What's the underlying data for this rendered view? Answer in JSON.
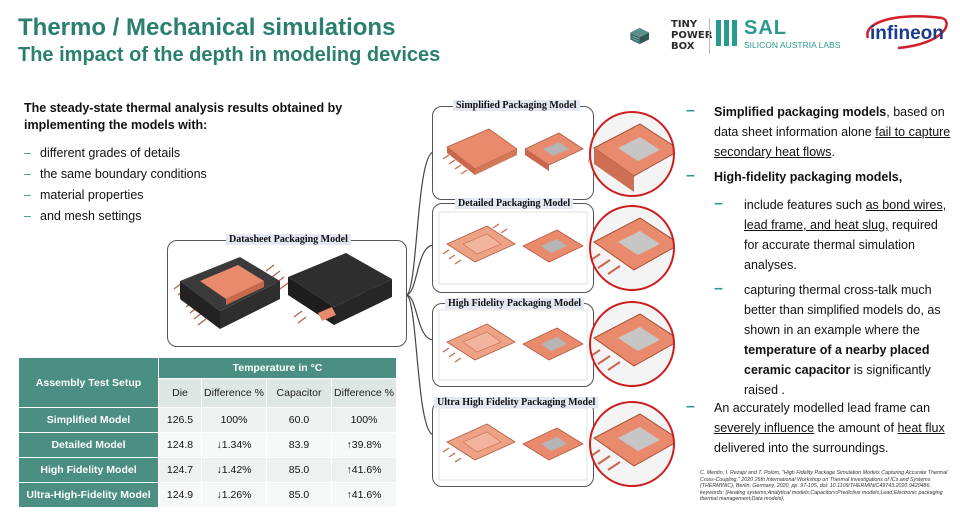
{
  "title": "Thermo / Mechanical simulations",
  "subtitle": "The impact of the depth in modeling devices",
  "logos": {
    "tinypowerbox": [
      "TINY",
      "POWER",
      "BOX"
    ],
    "sal": "SAL",
    "sal_sub": "SILICON AUSTRIA LABS",
    "infineon": "infineon"
  },
  "intro": "The steady-state thermal analysis results obtained by implementing the models with:",
  "bullets": [
    "different grades of details",
    "the same boundary conditions",
    "material properties",
    "and mesh settings"
  ],
  "panels": {
    "datasheet": "Datasheet Packaging Model",
    "simplified": "Simplified Packaging Model",
    "detailed": "Detailed Packaging Model",
    "high": "High Fidelity Packaging Model",
    "ultra": "Ultra High Fidelity Packaging Model"
  },
  "table": {
    "setup_header": "Assembly Test Setup",
    "temp_header": "Temperature in °C",
    "col_die": "Die",
    "col_diff": "Difference %",
    "col_cap": "Capacitor",
    "rows": [
      {
        "name": "Simplified Model",
        "die": "126.5",
        "diff1": "100%",
        "cap": "60.0",
        "diff2": "100%"
      },
      {
        "name": "Detailed Model",
        "die": "124.8",
        "diff1": "↓1.34%",
        "cap": "83.9",
        "diff2": "↑39.8%"
      },
      {
        "name": "High Fidelity Model",
        "die": "124.7",
        "diff1": "↓1.42%",
        "cap": "85.0",
        "diff2": "↑41.6%"
      },
      {
        "name": "Ultra-High-Fidelity Model",
        "die": "124.9",
        "diff1": "↓1.26%",
        "cap": "85.0",
        "diff2": "↑41.6%"
      }
    ]
  },
  "right": {
    "p1_bold": "Simplified packaging models",
    "p1_a": ", based on data sheet information alone ",
    "p1_u": "fail to capture secondary heat flows",
    "p1_b": ".",
    "p2_bold": "High-fidelity packaging models,",
    "s1_a": "include features such ",
    "s1_u": "as bond wires, lead frame, and heat slug,",
    "s1_b": " required for accurate thermal simulation analyses.",
    "s2_a": "capturing thermal cross-talk much better than simplified models do, as shown in an example where the ",
    "s2_bold": "temperature of a nearby placed ceramic capacitor",
    "s2_b": " is significantly raised .",
    "p3_a": "An accurately modelled lead frame can ",
    "p3_u1": "severely influence",
    "p3_b": " the amount of ",
    "p3_u2": "heat flux",
    "p3_c": " delivered into the surroundings."
  },
  "reference": "C. Mentin, I. Rezapi and T. Polom, \"High Fidelity Package Simulation Models Capturing Accurate Thermal Cross-Coupling,\" 2020 26th International Workshop on Thermal Investigations of ICs and Systems (THERMINIC), Berlin, Germany, 2020, pp. 97-105, doi: 10.1109/THERMINIC49743.2020.9420486. keywords: {Heating systems;Analytical models;Capacitors;Predictive models;Lead;Electronic packaging thermal management;Data models},",
  "colors": {
    "accent": "#2a7f6f",
    "table_header": "#4a8f82",
    "copper": "#e98a6d",
    "infineon_red": "#d21f2b"
  }
}
